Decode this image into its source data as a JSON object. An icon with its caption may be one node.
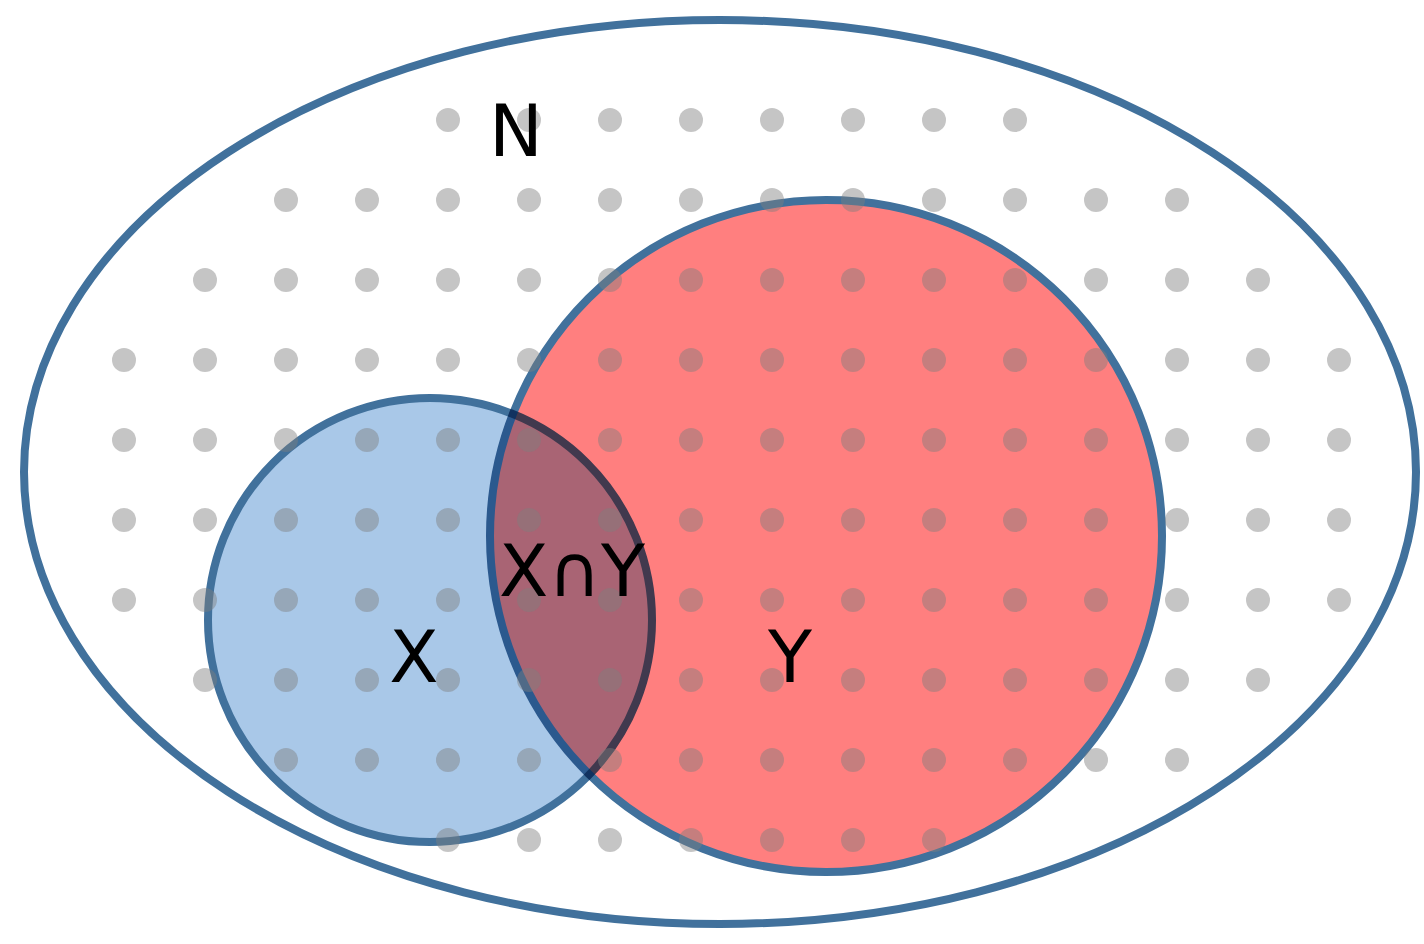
{
  "diagram": {
    "nodes": [
      {
        "text": [
          "N"
        ]
      },
      {
        "text": [
          "X"
        ],
        "in": 0
      },
      {
        "text": [
          "Y"
        ],
        "in": 0
      }
    ],
    "labels": [
      "X∩Y"
    ]
  }
}
